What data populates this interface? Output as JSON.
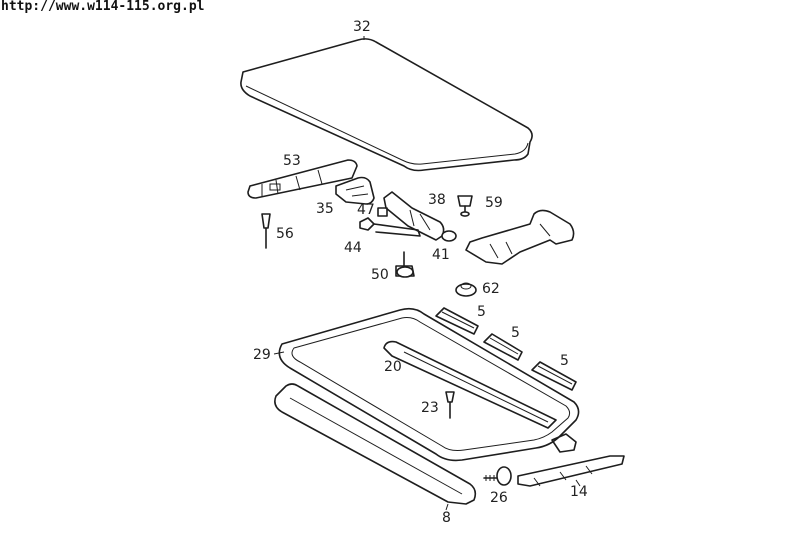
{
  "header": {
    "url": "http://www.w114-115.org.pl"
  },
  "labels": {
    "p32": "32",
    "p53": "53",
    "p35": "35",
    "p47": "47",
    "p38": "38",
    "p59": "59",
    "p56": "56",
    "p44": "44",
    "p41": "41",
    "p50": "50",
    "p62": "62",
    "p5a": "5",
    "p5b": "5",
    "p5c": "5",
    "p29": "29",
    "p20": "20",
    "p23": "23",
    "p26": "26",
    "p14": "14",
    "p8": "8"
  }
}
